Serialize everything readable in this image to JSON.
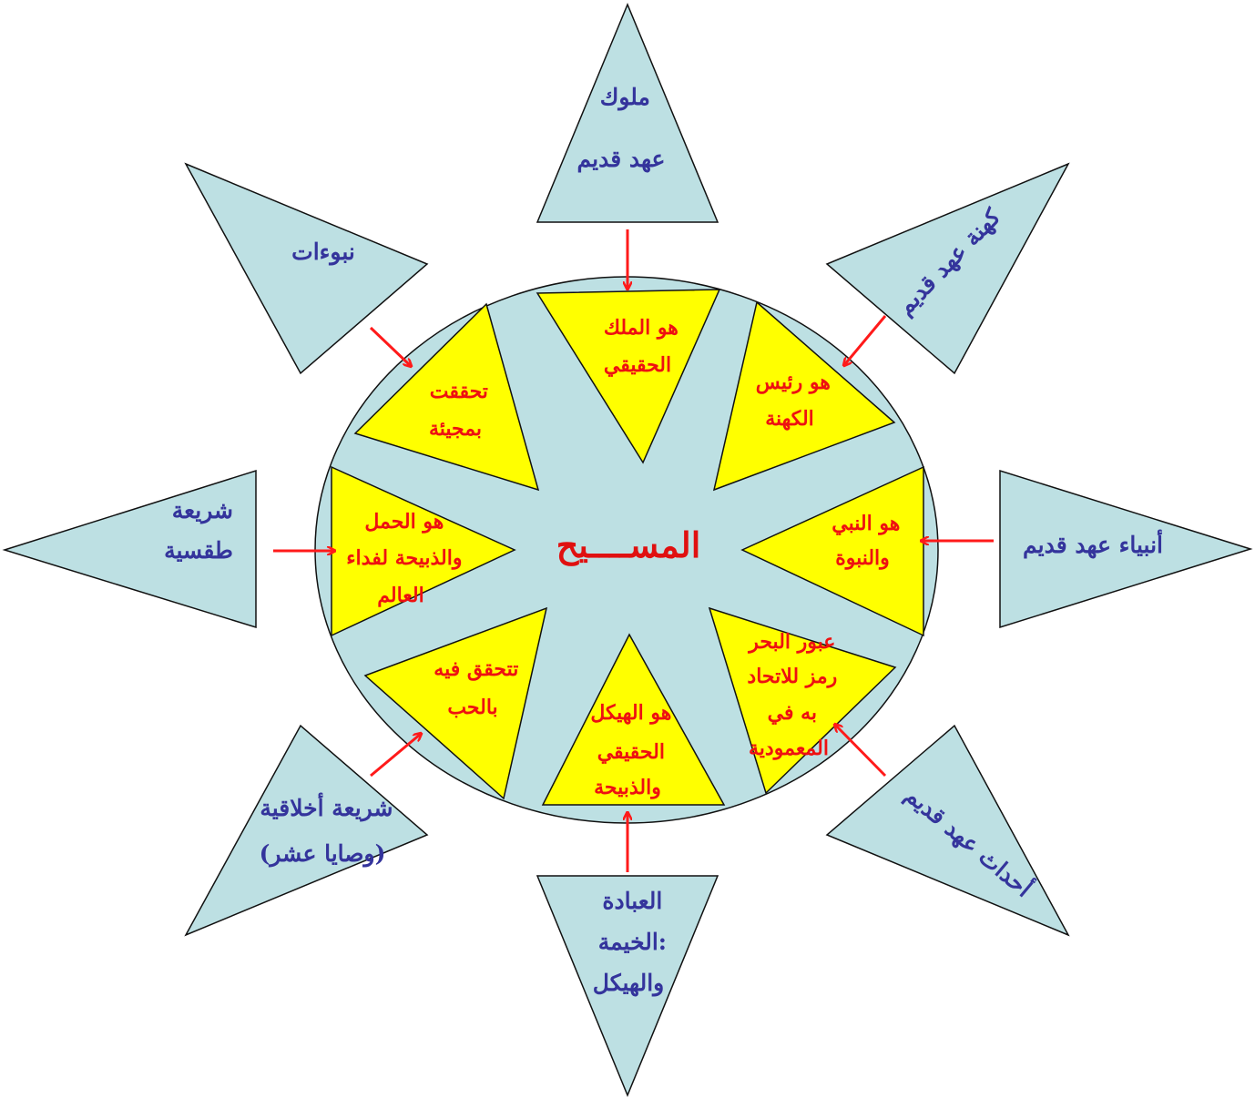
{
  "center_label": "المســــيح",
  "outer": {
    "kings": [
      "ملوك",
      "عهد قديم"
    ],
    "priesthood": [
      "كهنة عهد قديم"
    ],
    "prophets": [
      "أنبياء عهد قديم"
    ],
    "events": [
      "أحداث عهد قديم"
    ],
    "worship": [
      "العبادة",
      ":الخيمة",
      "والهيكل"
    ],
    "moral_law": [
      "شريعة أخلاقية",
      "(وصايا عشر)"
    ],
    "ritual_law": [
      "شريعة",
      "طقسية"
    ],
    "prophecies": [
      "نبوءات"
    ]
  },
  "inner": {
    "king": [
      "هو الملك",
      "الحقيقي"
    ],
    "high_priest": [
      "هو رئيس",
      "الكهنة"
    ],
    "prophet": [
      "هو النبي",
      "والنبوة"
    ],
    "baptism": [
      "عبور البحر",
      "رمز للاتحاد",
      "به في",
      "المعمودية"
    ],
    "temple": [
      "هو الهيكل",
      "الحقيقي",
      "والذبيحة"
    ],
    "love": [
      "تتحقق فيه",
      "بالحب"
    ],
    "lamb": [
      "هو الحمل",
      "والذبيحة لفداء",
      "العالم"
    ],
    "fulfilled": [
      "تحققت",
      "بمجيئة"
    ]
  },
  "colors": {
    "outer_fill": "#bde0e3",
    "inner_fill": "#ffff00",
    "outer_text": "#34349c",
    "inner_text": "#ee1111",
    "arrow": "#ff1a1a"
  }
}
